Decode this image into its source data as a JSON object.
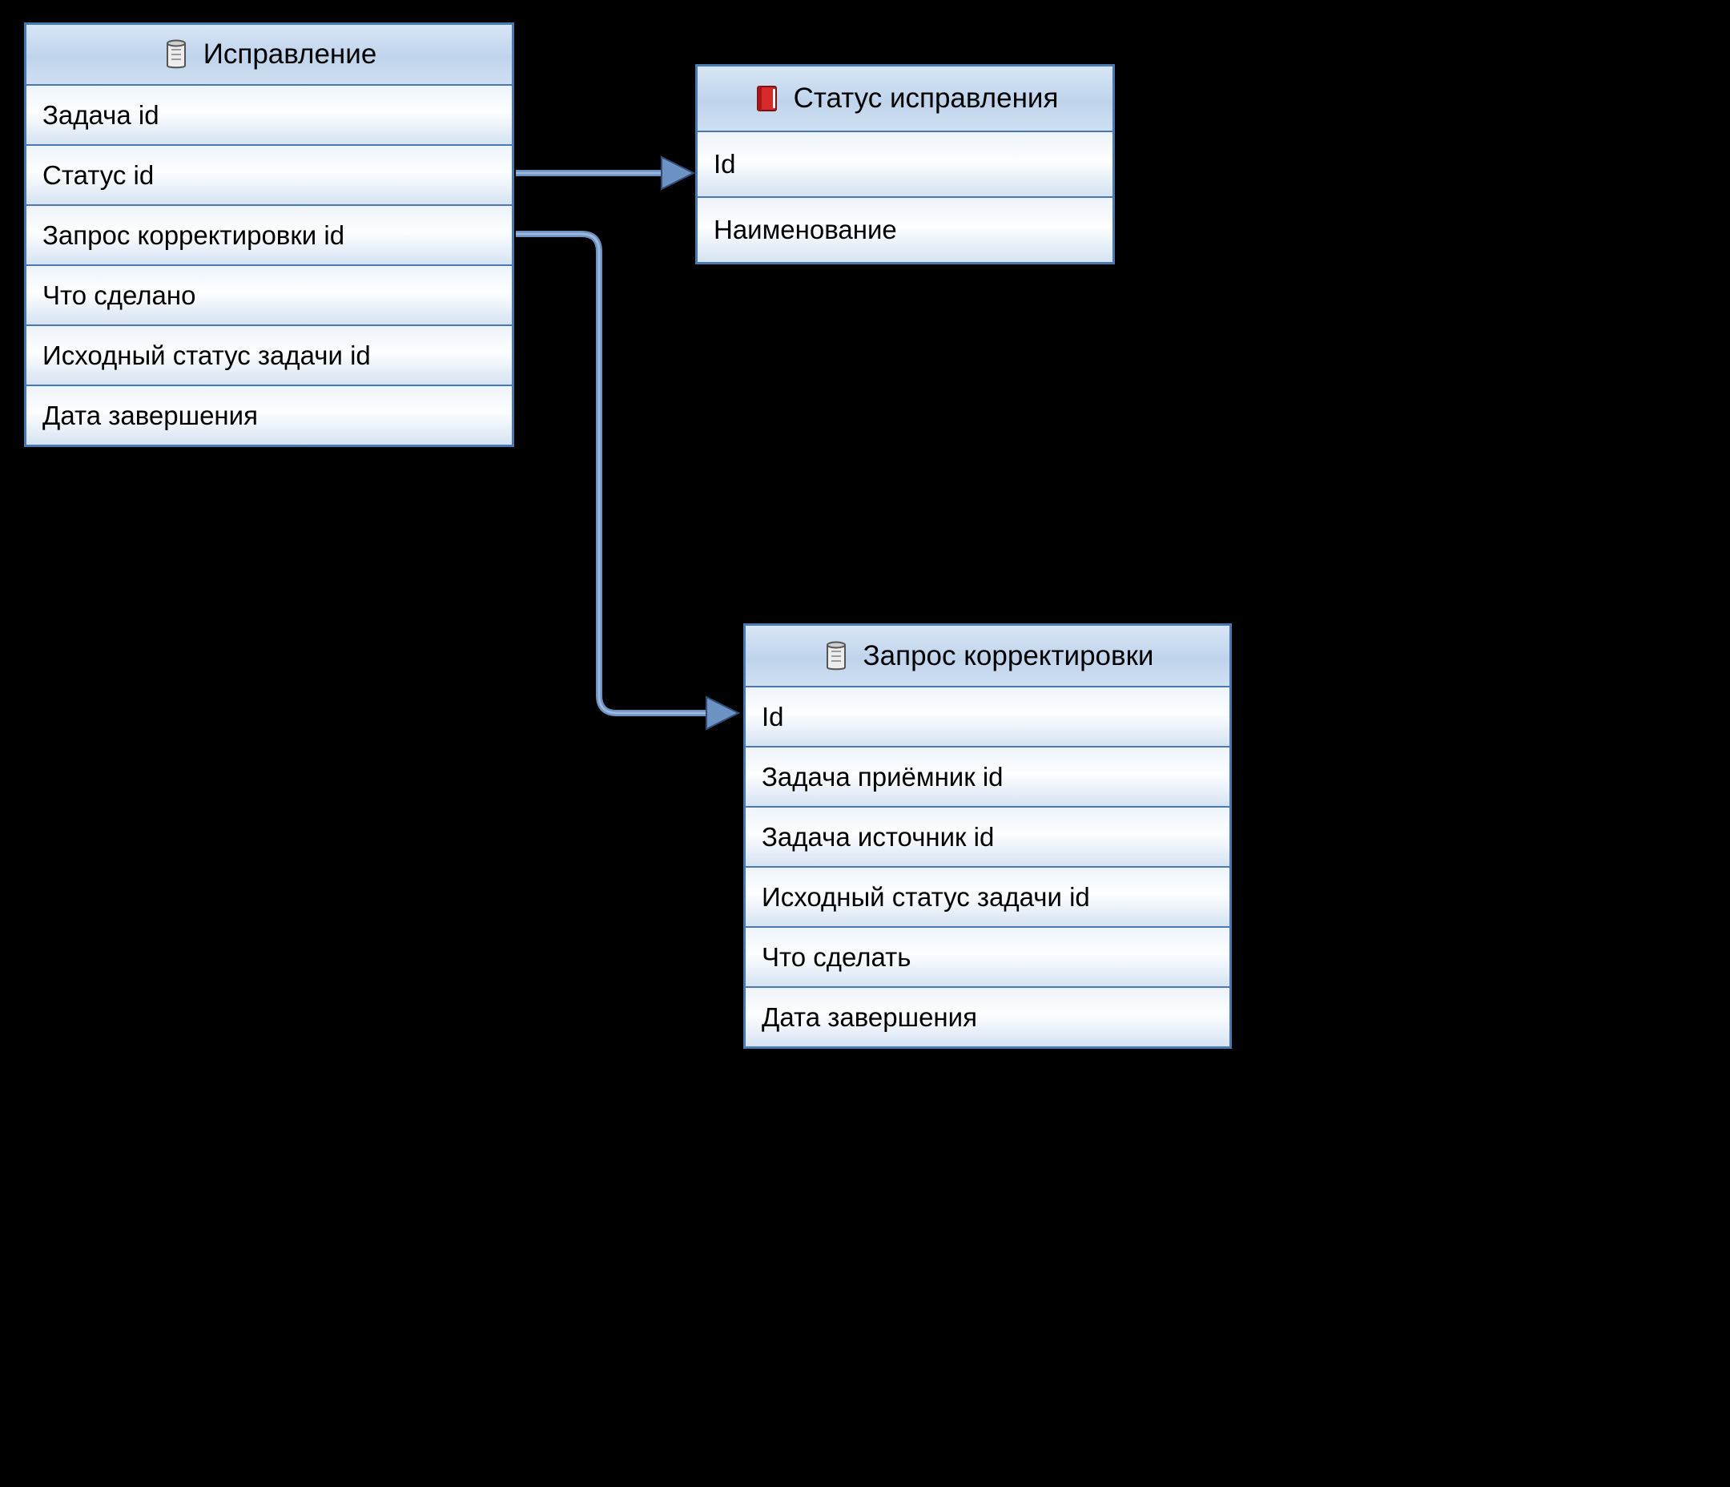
{
  "colors": {
    "background": "#000000",
    "entity_border": "#4a79b0",
    "header_fill": "#c5d8ee",
    "row_fill": "#eaf1f9",
    "arrow": "#6d92c4",
    "book_icon_red": "#d62a2a"
  },
  "tables": [
    {
      "title": "Исправление",
      "icon": "scroll-icon",
      "fields": [
        "Задача id",
        "Статус id",
        "Запрос корректировки id",
        "Что сделано",
        "Исходный статус задачи id",
        "Дата завершения"
      ]
    },
    {
      "title": "Статус исправления",
      "icon": "book-icon",
      "fields": [
        "Id",
        "Наименование"
      ]
    },
    {
      "title": "Запрос корректировки",
      "icon": "scroll-icon",
      "fields": [
        "Id",
        "Задача приёмник id",
        "Задача источник id",
        "Исходный статус задачи id",
        "Что сделать",
        "Дата завершения"
      ]
    }
  ],
  "relations": [
    {
      "from": "Исправление.Статус id",
      "to": "Статус исправления.Id"
    },
    {
      "from": "Исправление.Запрос корректировки id",
      "to": "Запрос корректировки.Id"
    }
  ]
}
